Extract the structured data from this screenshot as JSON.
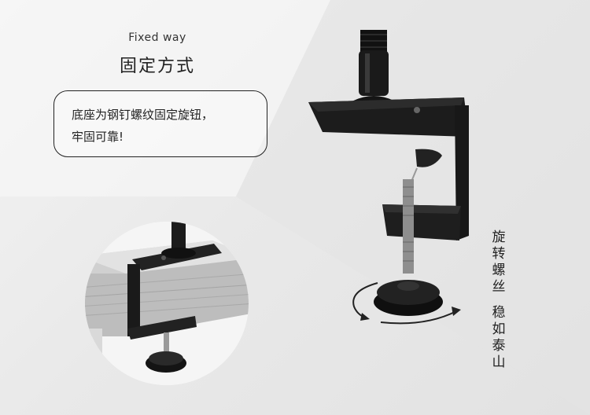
{
  "header": {
    "subtitle": "Fixed way",
    "title": "固定方式"
  },
  "callout": {
    "line1": "底座为钢钉螺纹固定旋钮，",
    "line2": "牢固可靠!"
  },
  "side_caption": {
    "group1": [
      "旋",
      "转",
      "螺",
      "丝"
    ],
    "group2": [
      "稳",
      "如",
      "泰",
      "山"
    ]
  },
  "colors": {
    "background": "#ebebeb",
    "metal": "#1a1a1a",
    "text": "#222222"
  },
  "icons": [
    "rotation-arrows-icon"
  ]
}
